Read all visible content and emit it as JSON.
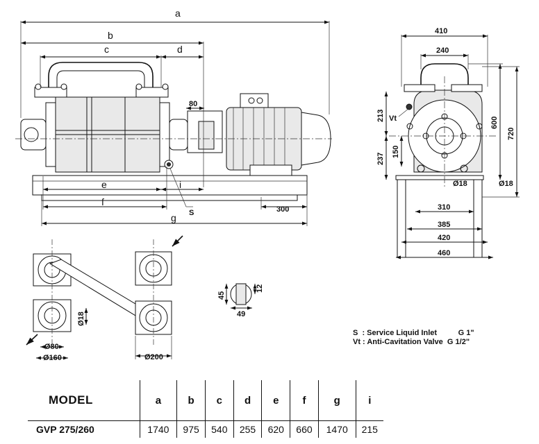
{
  "dims": {
    "a": "a",
    "b": "b",
    "c": "c",
    "d": "d",
    "e": "e",
    "f": "f",
    "g": "g",
    "i": "i",
    "d80": "80",
    "d300": "300",
    "s": "S",
    "w410": "410",
    "w240": "240",
    "h213": "213",
    "h600": "600",
    "h720": "720",
    "h237": "237",
    "h150": "150",
    "dia18a": "Ø18",
    "dia18b": "Ø18",
    "w310": "310",
    "w385": "385",
    "w420": "420",
    "w460": "460",
    "vt": "Vt",
    "dia18c": "Ø18",
    "dia80": "Ø80",
    "dia160": "Ø160",
    "dia200": "Ø200",
    "k45": "45",
    "k12": "12",
    "k49": "49"
  },
  "legend": {
    "s_key": "S  : Service Liquid Inlet",
    "s_val": "G 1\"",
    "vt_key": "Vt : Anti-Cavitation Valve",
    "vt_val": "G 1/2\""
  },
  "table": {
    "headers": [
      "MODEL",
      "a",
      "b",
      "c",
      "d",
      "e",
      "f",
      "g",
      "i"
    ],
    "rows": [
      [
        "GVP 275/260",
        "1740",
        "975",
        "540",
        "255",
        "620",
        "660",
        "1470",
        "215"
      ]
    ]
  }
}
